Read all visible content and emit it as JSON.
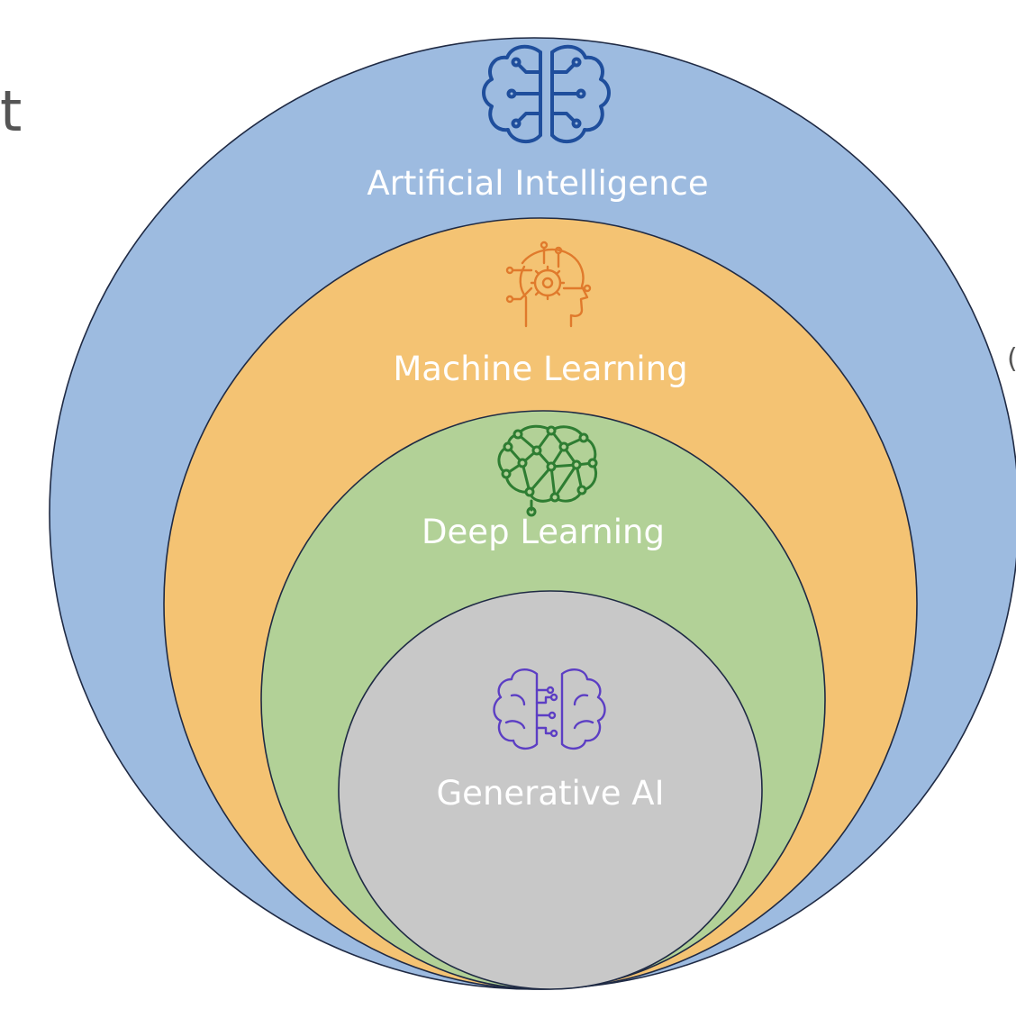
{
  "colors": {
    "ai": "#9dbbe0",
    "ml": "#f4c373",
    "dl": "#b2d197",
    "genai": "#c8c8c8",
    "outline": "#1f2a44",
    "ai_icon": "#1f4e9c",
    "ml_icon": "#e07a2c",
    "dl_icon": "#2e7d32",
    "genai_icon": "#5c3ec4"
  },
  "edge_text": {
    "left": "t",
    "right": "("
  },
  "layers": [
    {
      "id": "ai",
      "label": "Artificial Intelligence",
      "icon": "brain-circuit-icon"
    },
    {
      "id": "ml",
      "label": "Machine Learning",
      "icon": "head-gear-icon"
    },
    {
      "id": "dl",
      "label": "Deep Learning",
      "icon": "neural-brain-icon"
    },
    {
      "id": "genai",
      "label": "Generative AI",
      "icon": "brain-chip-icon"
    }
  ]
}
